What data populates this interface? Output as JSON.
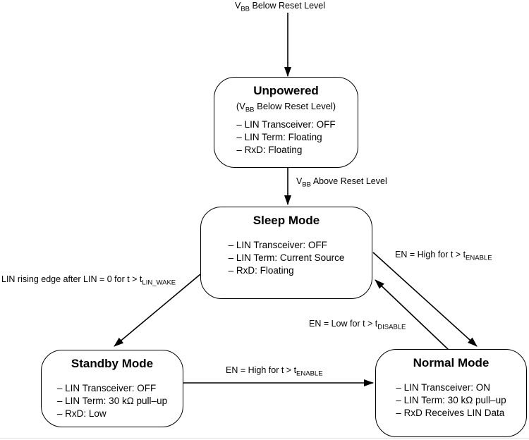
{
  "diagram": {
    "title_hint": "LIN transceiver operating-mode state diagram",
    "colors": {
      "line": "#000000",
      "background": "#ffffff",
      "text": "#000000"
    },
    "nodes": {
      "unpowered": {
        "title": "Unpowered",
        "subtitle": {
          "pre": "(V",
          "sub": "BB",
          "post": " Below Reset Level)"
        },
        "bullets": [
          "– LIN Transceiver: OFF",
          "– LIN Term: Floating",
          "– RxD: Floating"
        ]
      },
      "sleep": {
        "title": "Sleep Mode",
        "bullets": [
          "– LIN Transceiver: OFF",
          "– LIN Term: Current Source",
          "– RxD: Floating"
        ]
      },
      "standby": {
        "title": "Standby Mode",
        "bullets": [
          "– LIN Transceiver: OFF",
          "– LIN Term: 30 kΩ pull–up",
          "– RxD: Low"
        ]
      },
      "normal": {
        "title": "Normal Mode",
        "bullets": [
          "– LIN Transceiver: ON",
          "– LIN Term: 30 kΩ pull–up",
          "– RxD Receives LIN Data"
        ]
      }
    },
    "transitions": {
      "power_down": {
        "pre": "V",
        "sub": "BB",
        "post": " Below Reset Level"
      },
      "power_up": {
        "pre": "V",
        "sub": "BB",
        "post": " Above Reset Level"
      },
      "lin_wake": {
        "pre": "LIN rising edge after LIN = 0 for t > t",
        "sub": "LIN_WAKE",
        "post": ""
      },
      "sleep_to_normal": {
        "pre": "EN = High for t > t",
        "sub": "ENABLE",
        "post": ""
      },
      "normal_to_sleep": {
        "pre": "EN = Low for t > t",
        "sub": "DISABLE",
        "post": ""
      },
      "standby_to_normal": {
        "pre": "EN = High for t > t",
        "sub": "ENABLE",
        "post": ""
      }
    }
  }
}
